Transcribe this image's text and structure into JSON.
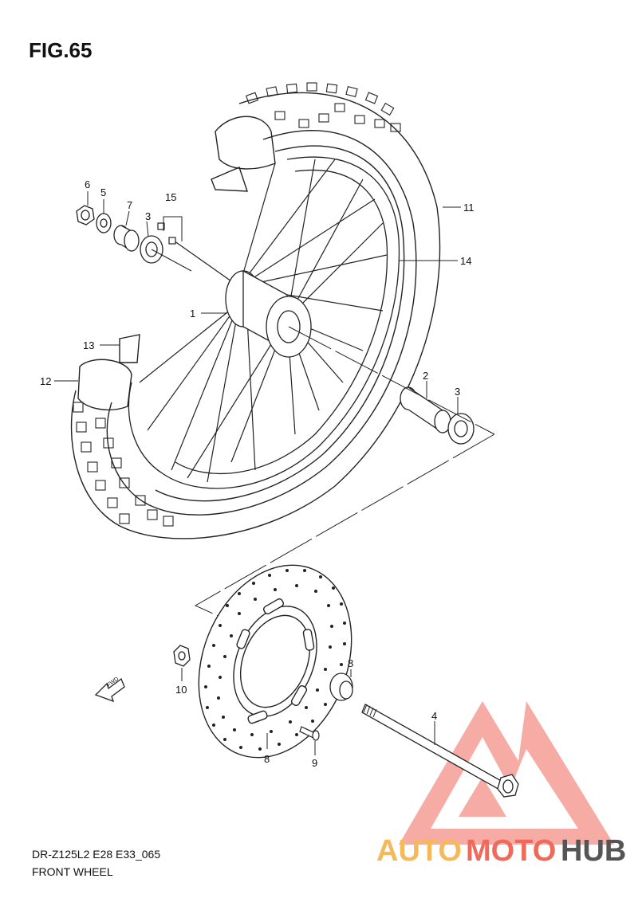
{
  "figure": {
    "title": "FIG.65"
  },
  "footer": {
    "model_code": "DR-Z125L2 E28 E33_065",
    "caption": "FRONT WHEEL"
  },
  "callouts": {
    "c1": "1",
    "c2": "2",
    "c3a": "3",
    "c3b": "3",
    "c4": "4",
    "c5": "5",
    "c6": "6",
    "c7": "7",
    "c8a": "8",
    "c8b": "8",
    "c9": "9",
    "c10": "10",
    "c11": "11",
    "c12": "12",
    "c13": "13",
    "c14": "14",
    "c15": "15"
  },
  "direction_marker": {
    "label": "FWD"
  },
  "watermark": {
    "part1": "AUTO",
    "part2": "MOTO",
    "part3": "HUB"
  },
  "colors": {
    "line": "#222222",
    "watermark_red": "#f06a5c",
    "watermark_orange": "#f6b95a",
    "watermark_gray": "#555555"
  }
}
